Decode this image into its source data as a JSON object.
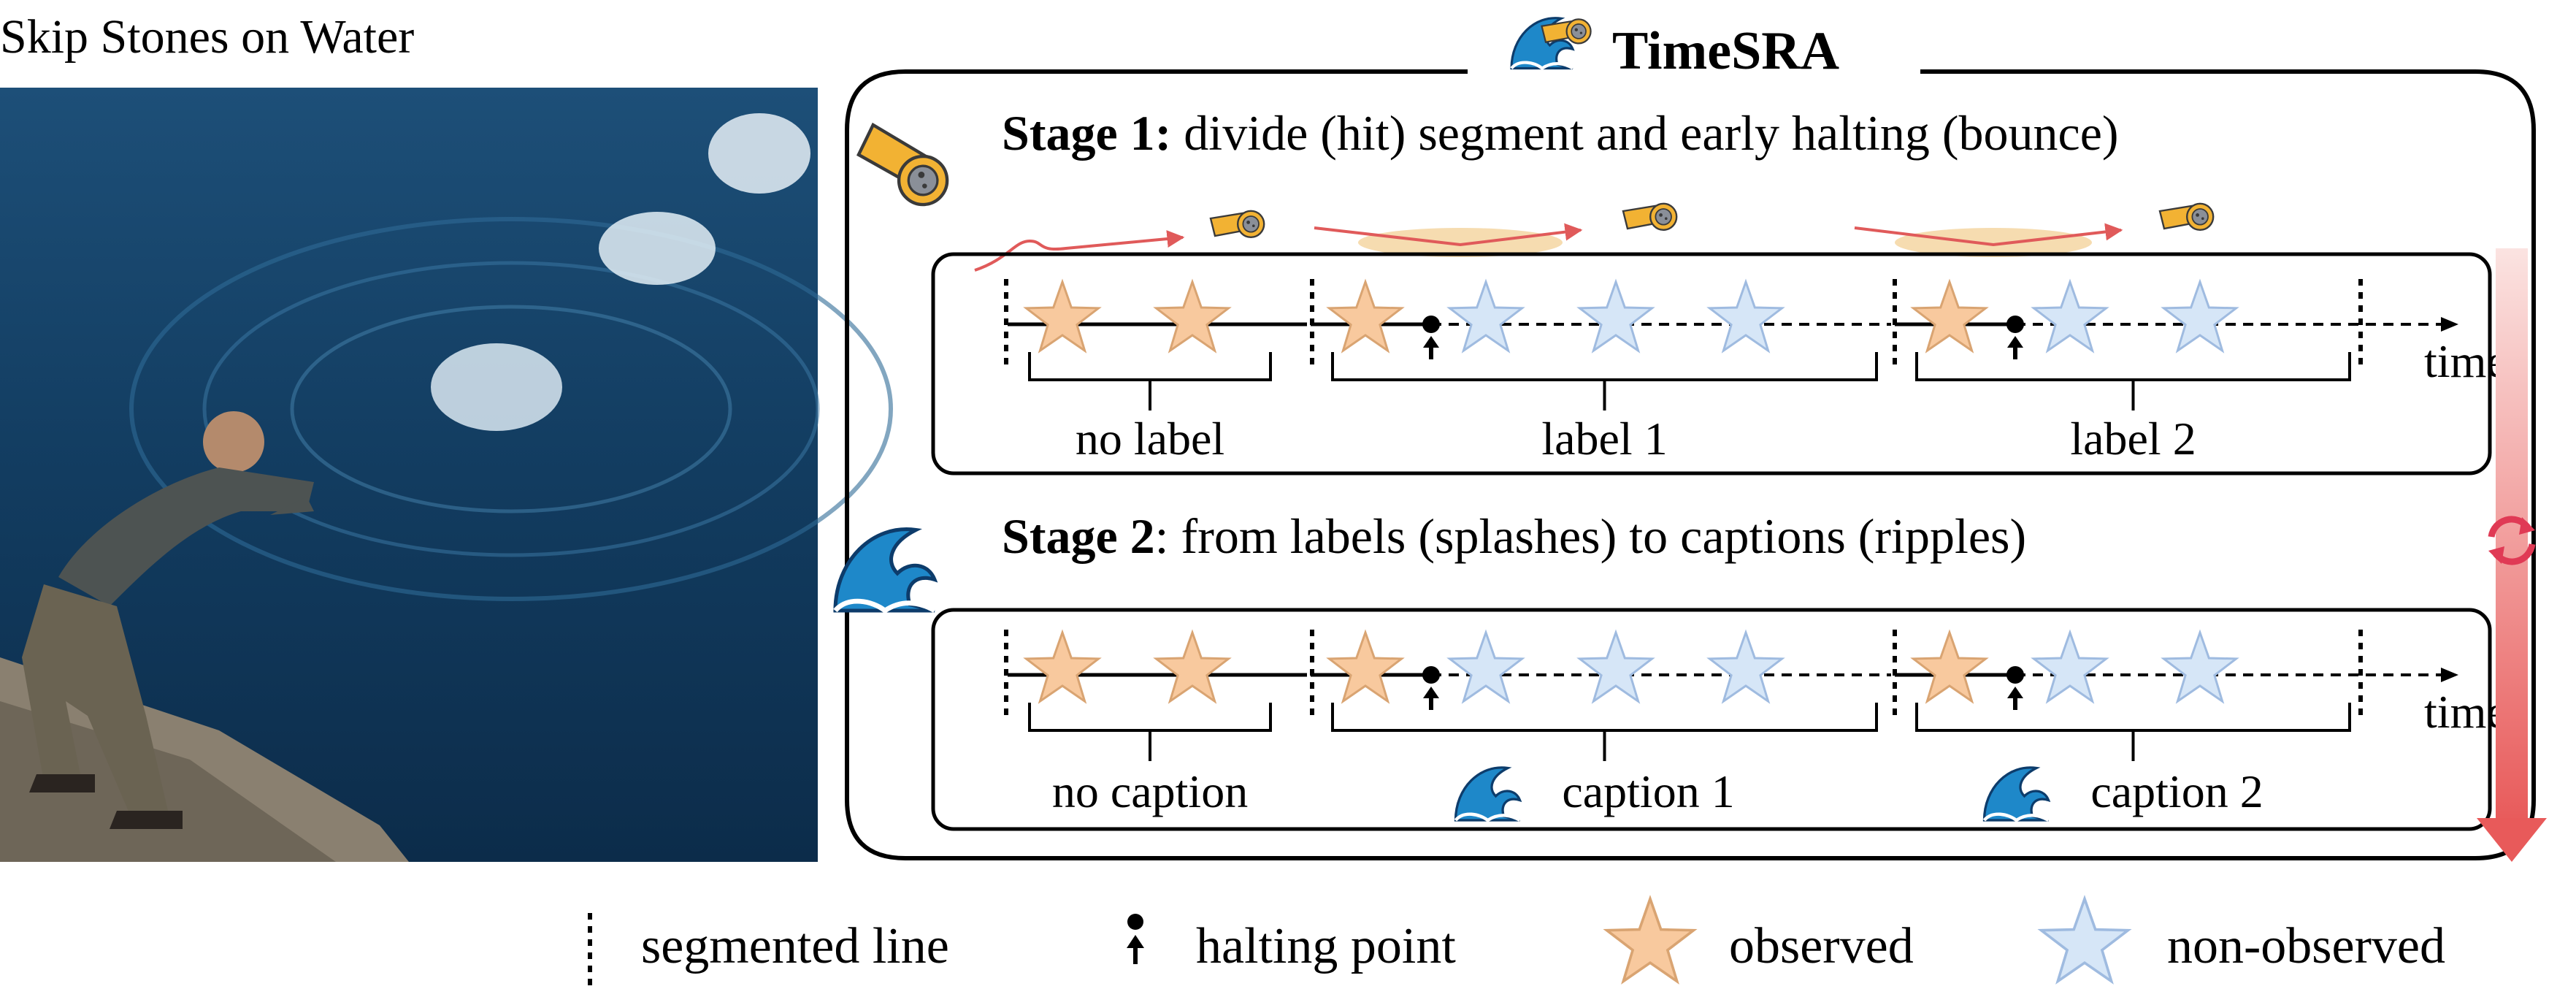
{
  "left_panel": {
    "title": "Skip Stones on Water",
    "photo_icon": "man-skipping-stone-on-water-photo"
  },
  "main_panel": {
    "title": "TimeSRA",
    "title_icons": [
      "wave-icon",
      "comet-stone-icon"
    ],
    "stage1": {
      "title_bold": "Stage 1:",
      "title_rest": " divide (hit) segment and early halting (bounce)",
      "icon": "comet-stone-icon",
      "segments": [
        {
          "label": "no label",
          "observed": 2,
          "non_observed": 0,
          "halting": false
        },
        {
          "label": "label 1",
          "observed": 1,
          "non_observed": 3,
          "halting": true
        },
        {
          "label": "label 2",
          "observed": 1,
          "non_observed": 2,
          "halting": true
        }
      ],
      "axis_label": "time"
    },
    "stage2": {
      "title_bold": "Stage 2",
      "title_rest": ": from labels (splashes) to captions (ripples)",
      "icon": "wave-icon",
      "segments": [
        {
          "label": "no caption",
          "observed": 2,
          "non_observed": 0,
          "halting": false
        },
        {
          "label": "caption 1",
          "observed": 1,
          "non_observed": 3,
          "halting": true
        },
        {
          "label": "caption 2",
          "observed": 1,
          "non_observed": 2,
          "halting": true
        }
      ],
      "axis_label": "time"
    },
    "loop_icon": "refresh-cycle-icon"
  },
  "legend": {
    "items": [
      {
        "label": "segmented line",
        "icon": "dotted-line-icon"
      },
      {
        "label": "halting point",
        "icon": "halting-point-icon"
      },
      {
        "label": "observed",
        "icon": "observed-star-icon"
      },
      {
        "label": "non-observed",
        "icon": "non-observed-star-icon"
      }
    ]
  },
  "colors": {
    "observed_fill": "#f8c99e",
    "observed_stroke": "#d9a472",
    "non_observed_fill": "#d6e6f7",
    "non_observed_stroke": "#9fbbe0",
    "trajectory": "#e05a5a",
    "splash": "#f6dcb0",
    "arrow_red": "#e85a5a",
    "wave_blue": "#1e88c9"
  }
}
